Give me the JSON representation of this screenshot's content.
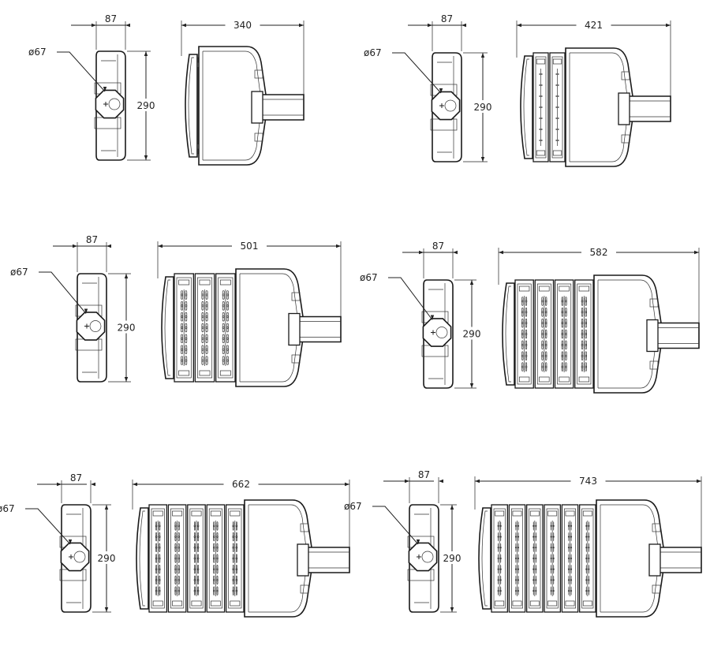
{
  "drawings": [
    {
      "id": "d1",
      "modules": 1,
      "depth": "87",
      "pole": "ø67",
      "height": "290",
      "width": "340"
    },
    {
      "id": "d2",
      "modules": 2,
      "depth": "87",
      "pole": "ø67",
      "height": "290",
      "width": "421"
    },
    {
      "id": "d3",
      "modules": 3,
      "depth": "87",
      "pole": "ø67",
      "height": "290",
      "width": "501"
    },
    {
      "id": "d4",
      "modules": 4,
      "depth": "87",
      "pole": "ø67",
      "height": "290",
      "width": "582"
    },
    {
      "id": "d5",
      "modules": 5,
      "depth": "87",
      "pole": "ø67",
      "height": "290",
      "width": "662"
    },
    {
      "id": "d6",
      "modules": 6,
      "depth": "87",
      "pole": "ø67",
      "height": "290",
      "width": "743"
    }
  ],
  "colors": {
    "line": "#1a1a1a",
    "led_fill": "#e9e9e9",
    "background": "#ffffff"
  }
}
